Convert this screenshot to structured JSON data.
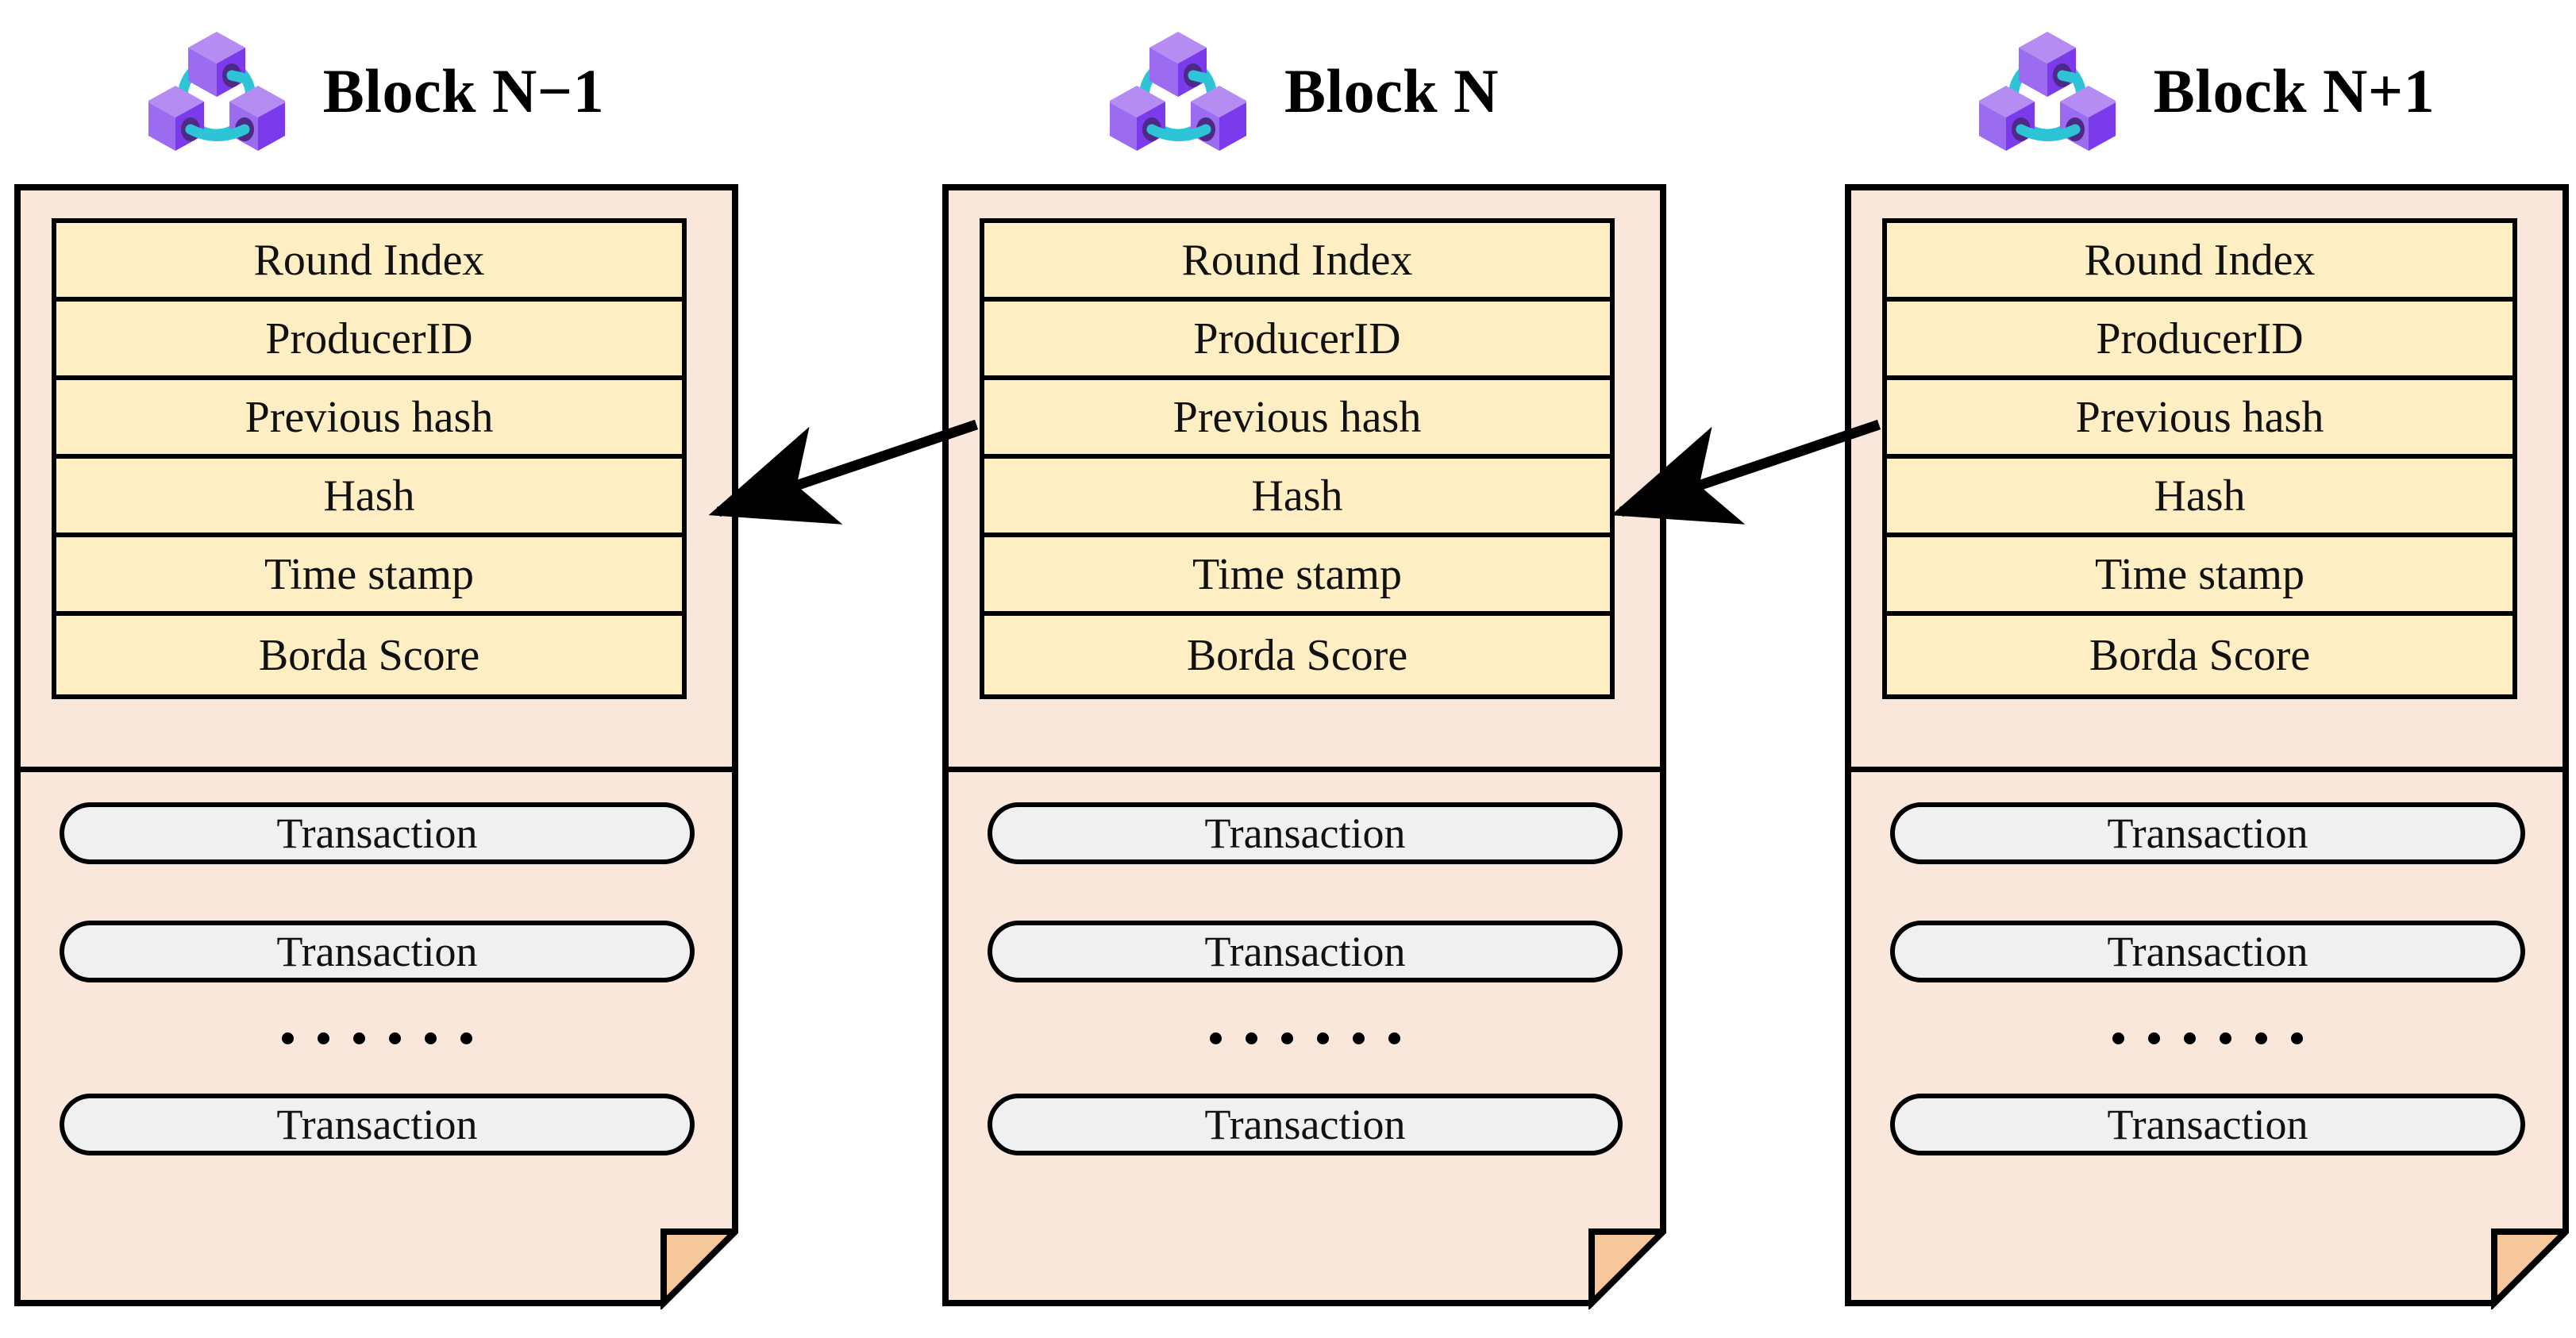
{
  "diagram": {
    "type": "blockchain-block-structure",
    "logo_name": "blockchain-cubes-logo",
    "colors": {
      "block_body_fill": "#fae7dc",
      "header_field_fill": "#fdeec3",
      "transaction_fill": "#f0f0f0",
      "fold_fill": "#f6c79b",
      "outline": "#000000",
      "logo_cube_top": "#b48cf2",
      "logo_cube_left": "#9b6cf0",
      "logo_cube_right": "#7c3aed",
      "logo_link": "#2ec4d8",
      "logo_socket": "#4c2a85"
    }
  },
  "blocks": [
    {
      "title": "Block N−1",
      "header_fields": [
        "Round Index",
        "ProducerID",
        "Previous hash",
        "Hash",
        "Time stamp",
        "Borda Score"
      ],
      "transactions": [
        "Transaction",
        "Transaction",
        "Transaction"
      ],
      "ellipsis_dots": 6
    },
    {
      "title": "Block N",
      "header_fields": [
        "Round Index",
        "ProducerID",
        "Previous hash",
        "Hash",
        "Time stamp",
        "Borda Score"
      ],
      "transactions": [
        "Transaction",
        "Transaction",
        "Transaction"
      ],
      "ellipsis_dots": 6
    },
    {
      "title": "Block N+1",
      "header_fields": [
        "Round Index",
        "ProducerID",
        "Previous hash",
        "Hash",
        "Time stamp",
        "Borda Score"
      ],
      "transactions": [
        "Transaction",
        "Transaction",
        "Transaction"
      ],
      "ellipsis_dots": 6
    }
  ],
  "links": [
    {
      "from": "block-n-previous-hash",
      "to": "block-n-minus-1-hash"
    },
    {
      "from": "block-n-plus-1-previous-hash",
      "to": "block-n-hash"
    }
  ]
}
